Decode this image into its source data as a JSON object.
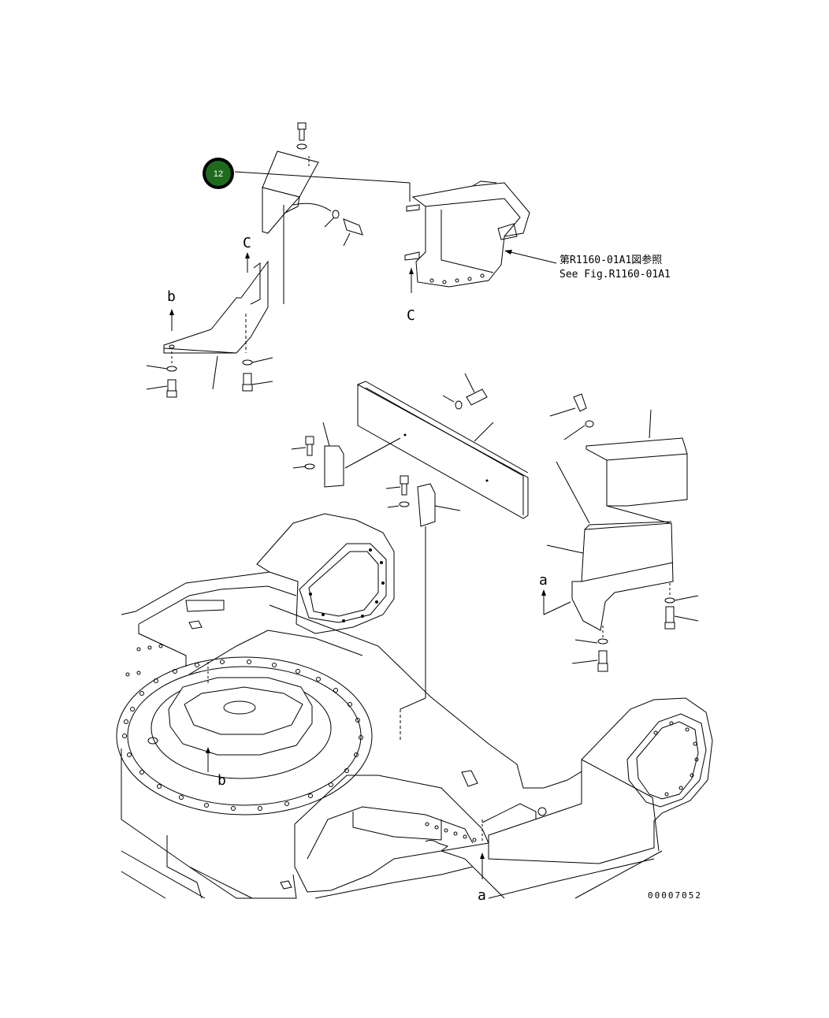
{
  "callout": {
    "number": "12",
    "color": "#1e6b1e"
  },
  "reference": {
    "jp": "第R1160-01A1図参照",
    "en": "See Fig.R1160-01A1"
  },
  "view_letters": {
    "c_top": "C",
    "c_bottom": "C",
    "b_top": "b",
    "b_bottom": "b",
    "a_right": "a",
    "a_bottom": "a"
  },
  "drawing_number": "00007052"
}
